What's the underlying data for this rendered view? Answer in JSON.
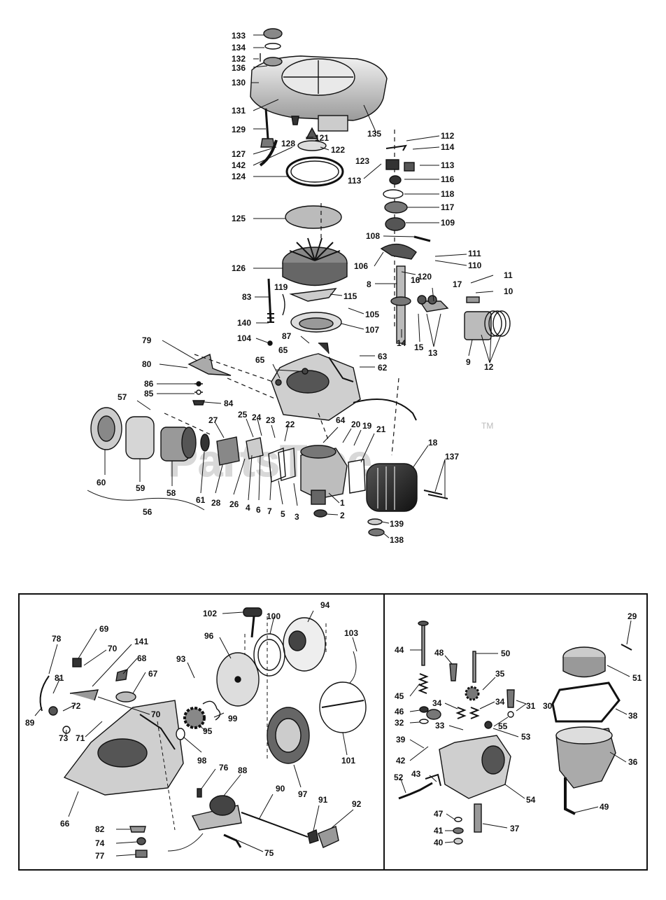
{
  "watermark": {
    "text": "PartsTree",
    "trademark": "TM"
  },
  "colors": {
    "ink": "#111111",
    "paper": "#ffffff",
    "watermark": "#d8d8d8"
  },
  "labels": {
    "l133": "133",
    "l134": "134",
    "l132": "132",
    "l136": "136",
    "l130": "130",
    "l131": "131",
    "l135": "135",
    "l129": "129",
    "l128": "128",
    "l121": "121",
    "l127": "127",
    "l122": "122",
    "l142": "142",
    "l123": "123",
    "l124": "124",
    "l125": "125",
    "l126": "126",
    "l112": "112",
    "l114": "114",
    "l113a": "113",
    "l113b": "113",
    "l116": "116",
    "l118": "118",
    "l117": "117",
    "l109": "109",
    "l108": "108",
    "l111": "111",
    "l106": "106",
    "l110": "110",
    "l120": "120",
    "l8": "8",
    "l11": "11",
    "l10": "10",
    "l16": "16",
    "l17": "17",
    "l119": "119",
    "l115": "115",
    "l83": "83",
    "l105": "105",
    "l107": "107",
    "l140": "140",
    "l87": "87",
    "l104": "104",
    "l14": "14",
    "l15": "15",
    "l13": "13",
    "l9": "9",
    "l12": "12",
    "l79": "79",
    "l65a": "65",
    "l65b": "65",
    "l63": "63",
    "l62": "62",
    "l80": "80",
    "l86": "86",
    "l85": "85",
    "l84": "84",
    "l57": "57",
    "l27": "27",
    "l25": "25",
    "l24": "24",
    "l23": "23",
    "l22": "22",
    "l64": "64",
    "l20": "20",
    "l19": "19",
    "l21": "21",
    "l18": "18",
    "l137": "137",
    "l60": "60",
    "l59": "59",
    "l58": "58",
    "l61": "61",
    "l28": "28",
    "l26": "26",
    "l4": "4",
    "l6": "6",
    "l7": "7",
    "l5": "5",
    "l3": "3",
    "l1": "1",
    "l2": "2",
    "l139": "139",
    "l138": "138",
    "l56": "56",
    "l102": "102",
    "l100": "100",
    "l94": "94",
    "l69": "69",
    "l78": "78",
    "l141": "141",
    "l70a": "70",
    "l96": "96",
    "l103": "103",
    "l68": "68",
    "l93": "93",
    "l67": "67",
    "l81": "81",
    "l72": "72",
    "l70b": "70",
    "l89": "89",
    "l73": "73",
    "l71": "71",
    "l95": "95",
    "l99": "99",
    "l101": "101",
    "l98": "98",
    "l76": "76",
    "l88": "88",
    "l66": "66",
    "l97": "97",
    "l90": "90",
    "l91": "91",
    "l92": "92",
    "l82": "82",
    "l74": "74",
    "l75": "75",
    "l77": "77",
    "l44": "44",
    "l48": "48",
    "l50": "50",
    "l29": "29",
    "l35": "35",
    "l45": "45",
    "l34a": "34",
    "l34b": "34",
    "l31": "31",
    "l30": "30",
    "l51": "51",
    "l46": "46",
    "l32": "32",
    "l33": "33",
    "l55": "55",
    "l38": "38",
    "l39": "39",
    "l53": "53",
    "l42": "42",
    "l36": "36",
    "l52": "52",
    "l43": "43",
    "l54": "54",
    "l47": "47",
    "l37": "37",
    "l41": "41",
    "l49": "49",
    "l40": "40"
  }
}
